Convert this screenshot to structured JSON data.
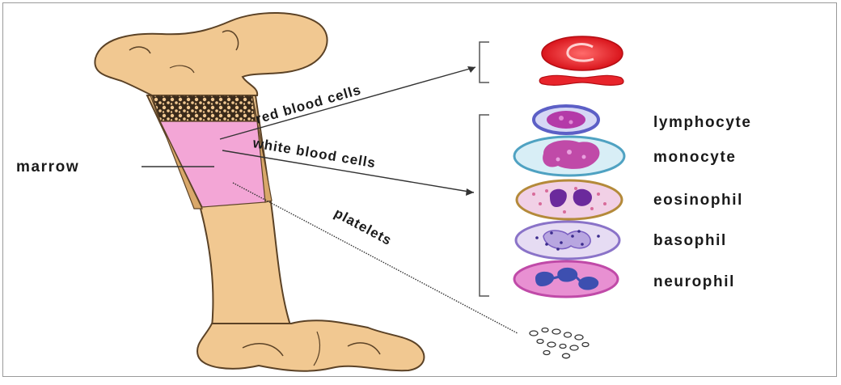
{
  "labels": {
    "marrow": "marrow",
    "red_blood_cells": "red blood cells",
    "white_blood_cells": "white blood cells",
    "platelets": "platelets"
  },
  "white_cells": [
    {
      "name": "lymphocyte"
    },
    {
      "name": "monocyte"
    },
    {
      "name": "eosinophil"
    },
    {
      "name": "basophil"
    },
    {
      "name": "neurophil"
    }
  ],
  "colors": {
    "bone": "#f1c891",
    "bone_outline": "#5b4226",
    "marrow": "#f3a6d6",
    "red_cell": "#e8242b",
    "lymphocyte_ring": "#5c5fc6",
    "monocyte_ring": "#4fa2c2",
    "eosinophil_ring": "#b48a3a",
    "basophil_ring": "#8a73c8",
    "neutrophil_ring": "#c04aa8"
  }
}
